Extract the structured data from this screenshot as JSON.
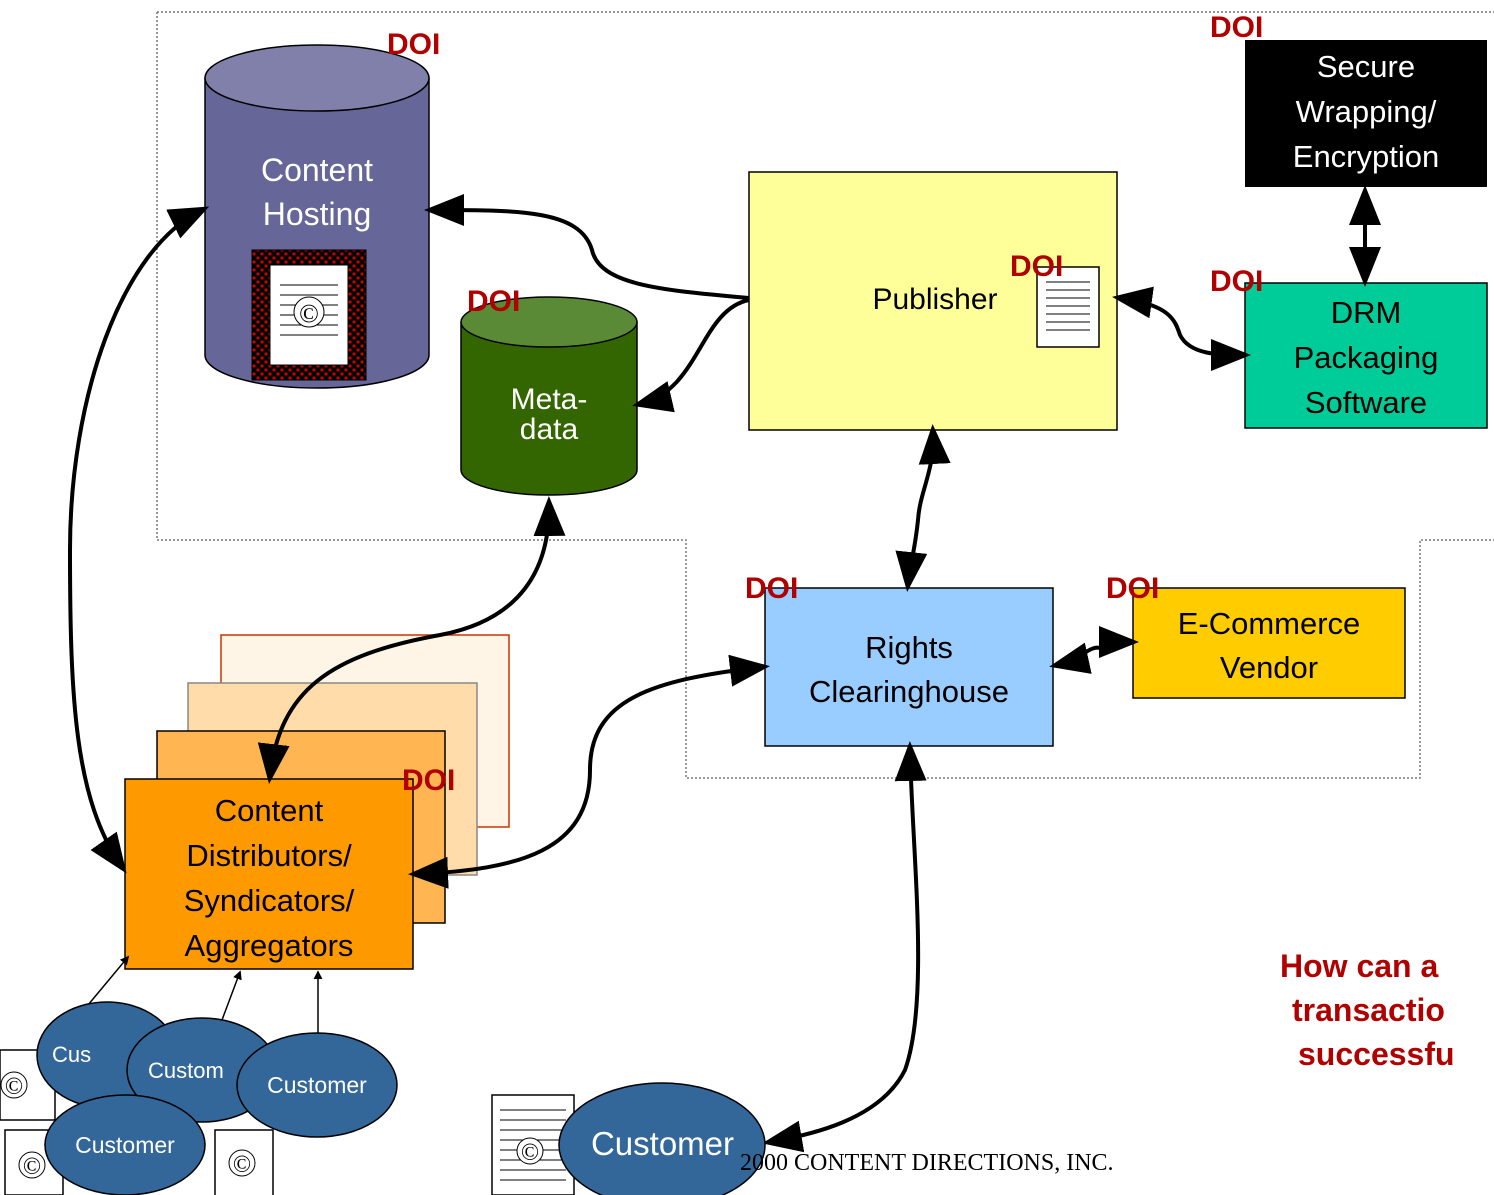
{
  "doi_label": "DOI",
  "nodes": {
    "content_hosting": {
      "label_line1": "Content",
      "label_line2": "Hosting"
    },
    "metadata": {
      "label_line1": "Meta-",
      "label_line2": "data"
    },
    "publisher": {
      "label": "Publisher"
    },
    "secure_wrapping": {
      "label_line1": "Secure",
      "label_line2": "Wrapping/",
      "label_line3": "Encryption"
    },
    "drm": {
      "label_line1": "DRM",
      "label_line2": "Packaging",
      "label_line3": "Software"
    },
    "rights": {
      "label_line1": "Rights",
      "label_line2": "Clearinghouse"
    },
    "ecommerce": {
      "label_line1": "E-Commerce",
      "label_line2": "Vendor"
    },
    "distributors": {
      "label_line1": "Content",
      "label_line2": "Distributors/",
      "label_line3": "Syndicators/",
      "label_line4": "Aggregators"
    },
    "customer_main": {
      "label": "Customer"
    },
    "customer_small_1": {
      "label": "Cus"
    },
    "customer_small_2": {
      "label": "Custom"
    },
    "customer_small_3": {
      "label": "Customer"
    },
    "customer_small_4": {
      "label": "Customer"
    }
  },
  "question": {
    "line1": "How can a",
    "line2": "transactio",
    "line3": "successfu"
  },
  "copyright": {
    "symbol": "©",
    "footer": "2000 CONTENT DIRECTIONS, INC."
  },
  "colors": {
    "doi": "#b00000",
    "content_hosting": "#666699",
    "metadata": "#336600",
    "publisher": "#ffff99",
    "secure_wrapping": "#000000",
    "drm": "#00cc99",
    "rights": "#99ccff",
    "ecommerce": "#ffcc00",
    "distributors": "#ff9900",
    "customer": "#336699"
  }
}
